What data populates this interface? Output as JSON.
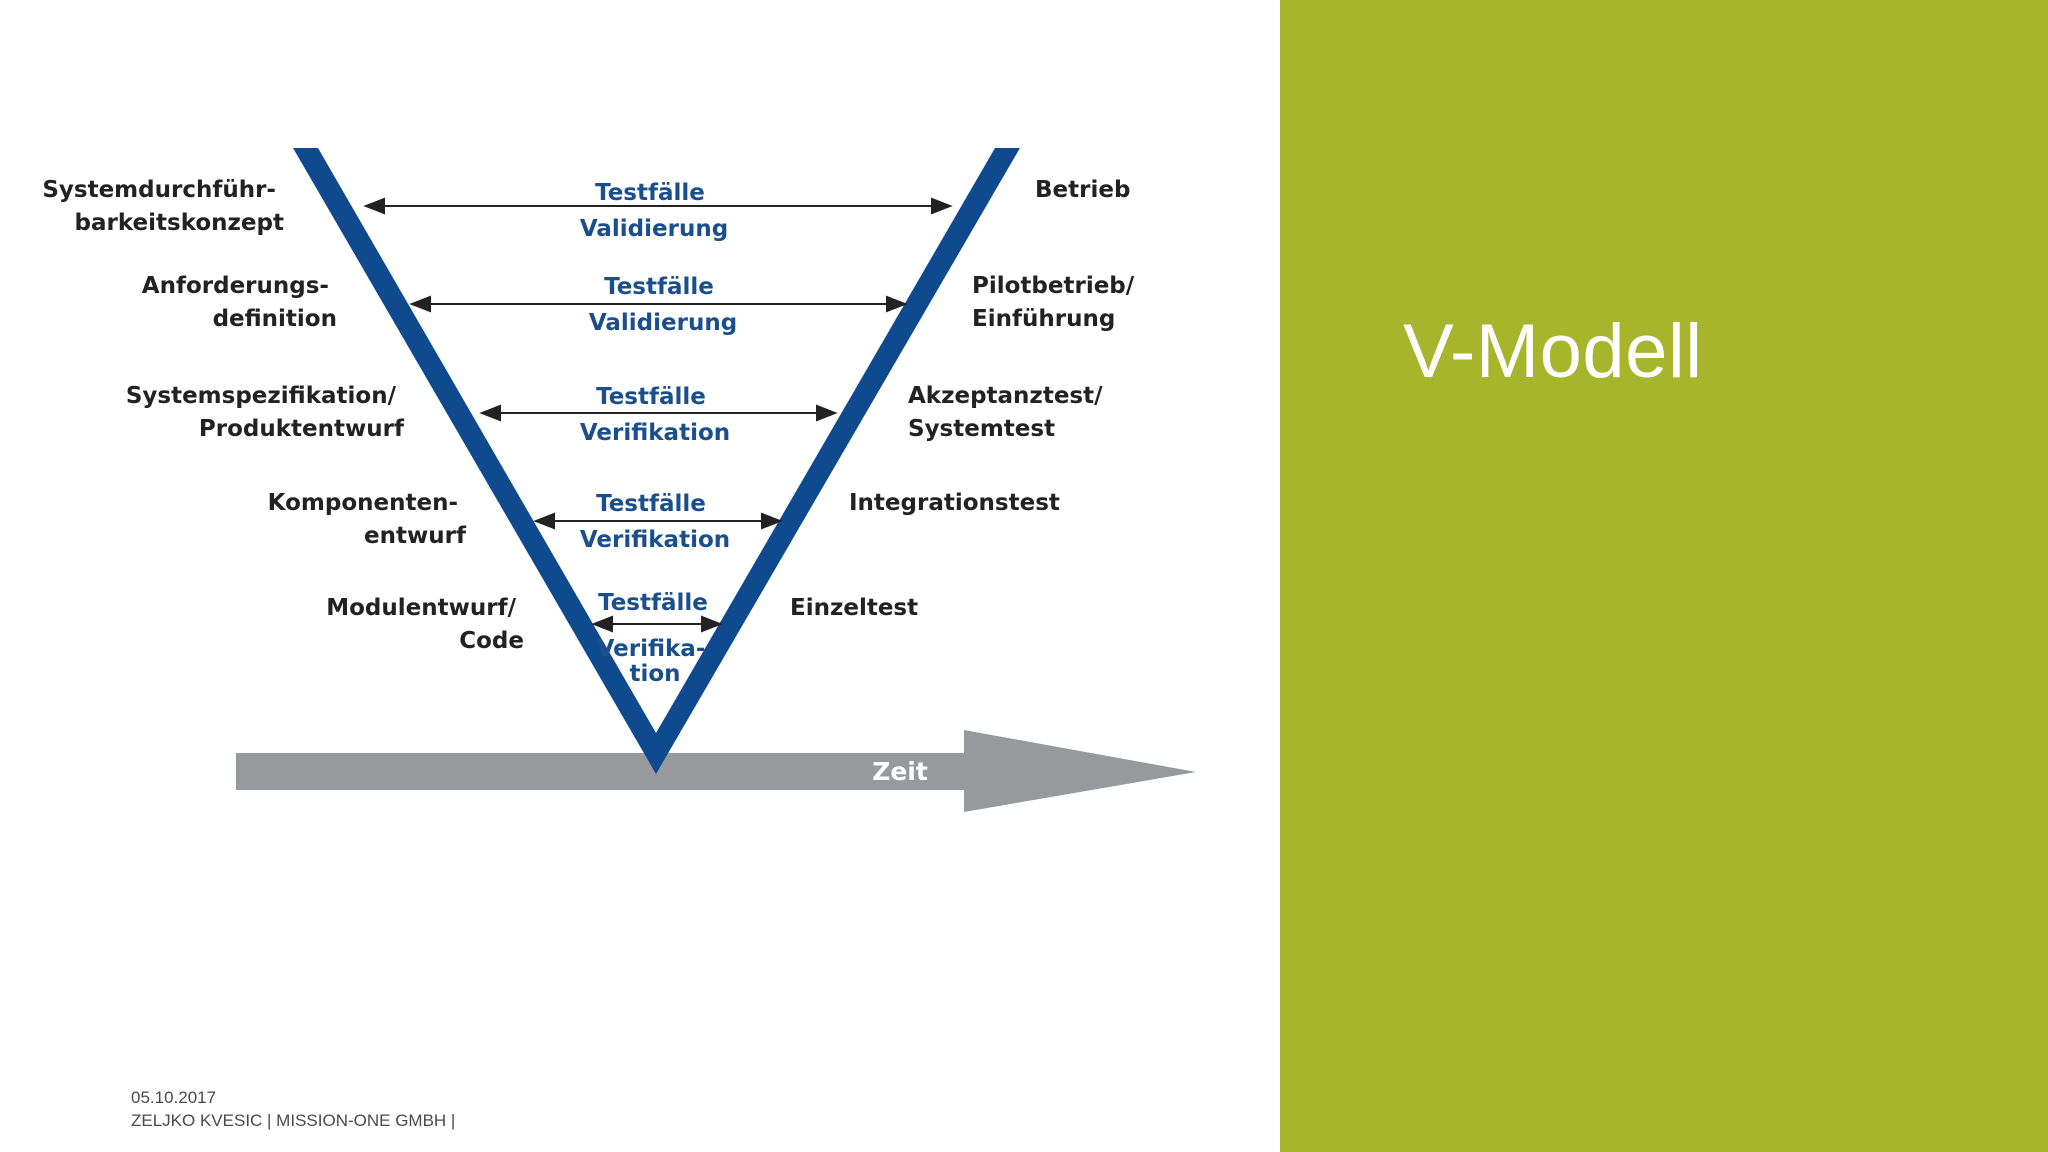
{
  "slide": {
    "title": "V-Modell",
    "footer": {
      "date": "05.10.2017",
      "author": "ZELJKO KVESIC | MISSION-ONE GMBH |"
    },
    "accent_color": "#a6b52b",
    "v_color": "#0f4a8f",
    "arrow_color": "#969a9c"
  },
  "diagram": {
    "time_axis_label": "Zeit",
    "levels": [
      {
        "left": [
          "Systemdurchführ-",
          "barkeitskonzept"
        ],
        "right": [
          "Betrieb"
        ],
        "center": [
          "Testfälle",
          "Validierung"
        ]
      },
      {
        "left": [
          "Anforderungs-",
          "definition"
        ],
        "right": [
          "Pilotbetrieb/",
          "Einführung"
        ],
        "center": [
          "Testfälle",
          "Validierung"
        ]
      },
      {
        "left": [
          "Systemspezifikation/",
          "Produktentwurf"
        ],
        "right": [
          "Akzeptanztest/",
          "Systemtest"
        ],
        "center": [
          "Testfälle",
          "Verifikation"
        ]
      },
      {
        "left": [
          "Komponenten-",
          "entwurf"
        ],
        "right": [
          "Integrationstest"
        ],
        "center": [
          "Testfälle",
          "Verifikation"
        ]
      },
      {
        "left": [
          "Modulentwurf/",
          "Code"
        ],
        "right": [
          "Einzeltest"
        ],
        "center": [
          "Testfälle",
          "Verifika-",
          "tion"
        ]
      }
    ]
  }
}
